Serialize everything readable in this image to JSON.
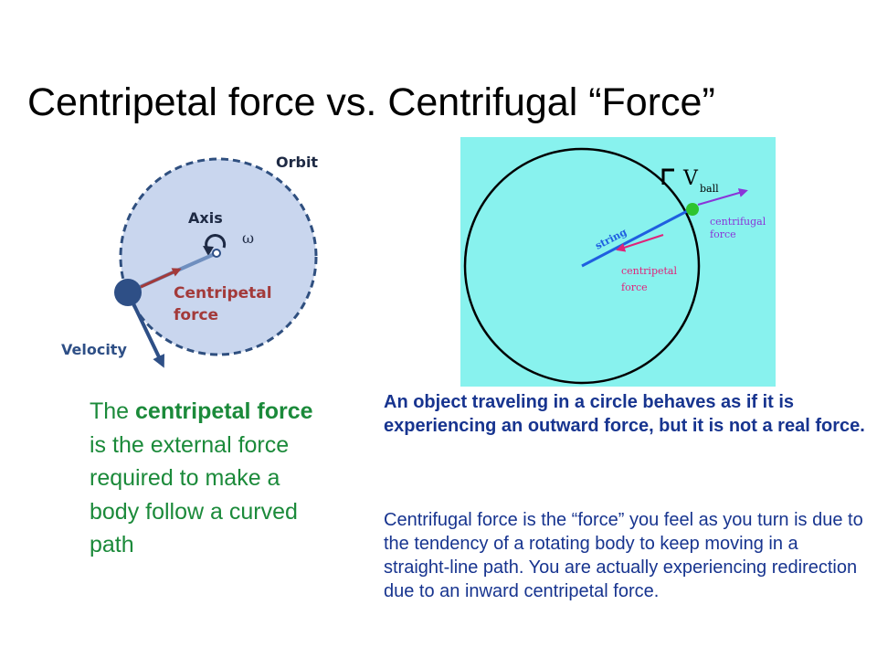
{
  "slide": {
    "title": "Centripetal force vs. Centrifugal “Force”"
  },
  "left_diagram": {
    "orbit_label": "Orbit",
    "axis_label": "Axis",
    "omega_label": "ω",
    "centripetal_label_line1": "Centripetal",
    "centripetal_label_line2": "force",
    "velocity_label": "Velocity"
  },
  "right_diagram": {
    "v_label": "V",
    "ball_label": "ball",
    "string_label": "string",
    "centrifugal_label_line1": "centrifugal",
    "centrifugal_label_line2": "force",
    "centripetal_label_line1": "centripetal",
    "centripetal_label_line2": "force"
  },
  "left_text": {
    "part1": "The ",
    "bold1": "centripetal",
    "part2": " ",
    "bold2": "force",
    "part3": " is the external force required to make a body follow a curved path"
  },
  "right_text": {
    "bold_paragraph": "An object traveling in a circle behaves as if it is experiencing an outward force, but it is not a real force.",
    "body_paragraph": "Centrifugal force is the “force” you feel as you turn is due to the tendency of a rotating body to keep moving in a straight-line path. You are actually experiencing redirection due to an inward centripetal force."
  },
  "colors": {
    "orbit_fill": "#c9d6ee",
    "orbit_stroke": "#2f4f7f",
    "velocity": "#2e4f86",
    "centripetal_left": "#a33a3a",
    "diagram_bg": "#88f2ee",
    "string_blue": "#1f5fe0",
    "centrifugal_purple": "#8a35d8",
    "centripetal_pink": "#e0237a",
    "ball_green": "#2ec42e",
    "left_text_green": "#1b8a3a",
    "right_text_navy": "#17348f"
  }
}
